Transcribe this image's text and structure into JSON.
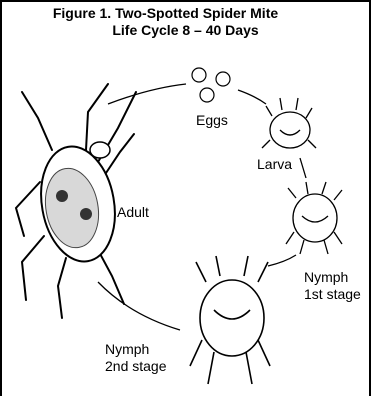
{
  "figure": {
    "title_line1": "Figure 1. Two-Spotted Spider Mite",
    "title_line2": "Life Cycle 8 – 40 Days"
  },
  "stages": {
    "eggs": "Eggs",
    "larva": "Larva",
    "adult": "Adult",
    "nymph1_line1": "Nymph",
    "nymph1_line2": "1st stage",
    "nymph2_line1": "Nymph",
    "nymph2_line2": "2nd stage"
  }
}
